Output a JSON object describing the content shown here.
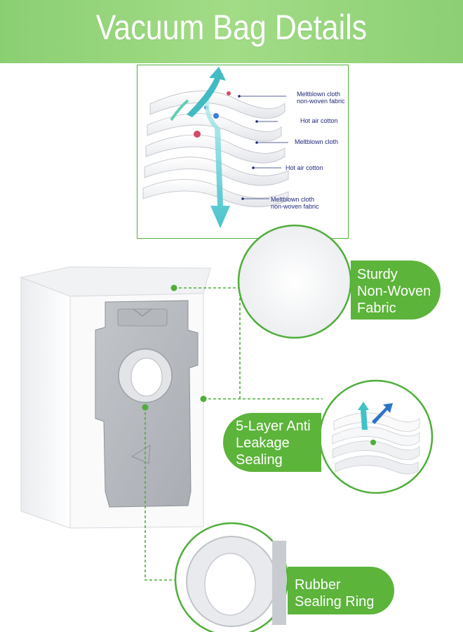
{
  "header": {
    "title": "Vacuum Bag Details"
  },
  "layer_diagram": {
    "labels": [
      "Meltblown cloth",
      "non-woven fabric",
      "Hot air cotton",
      "Meltblown cloth",
      "Hot air cotton",
      "Meltblown cloth",
      "non-woven fabric"
    ]
  },
  "features": {
    "fabric": {
      "line1": "Sturdy",
      "line2": "Non-Woven",
      "line3": "Fabric"
    },
    "sealing": {
      "line1": "5-Layer Anti",
      "line2": "Leakage",
      "line3": "Sealing"
    },
    "ring": {
      "line1": "Rubber",
      "line2": "Sealing Ring"
    }
  },
  "colors": {
    "brand_green": "#5cb43a",
    "banner_green": "#9ad97f",
    "label_navy": "#1e2a7a",
    "air_flow_teal": "#3fc3c9"
  }
}
